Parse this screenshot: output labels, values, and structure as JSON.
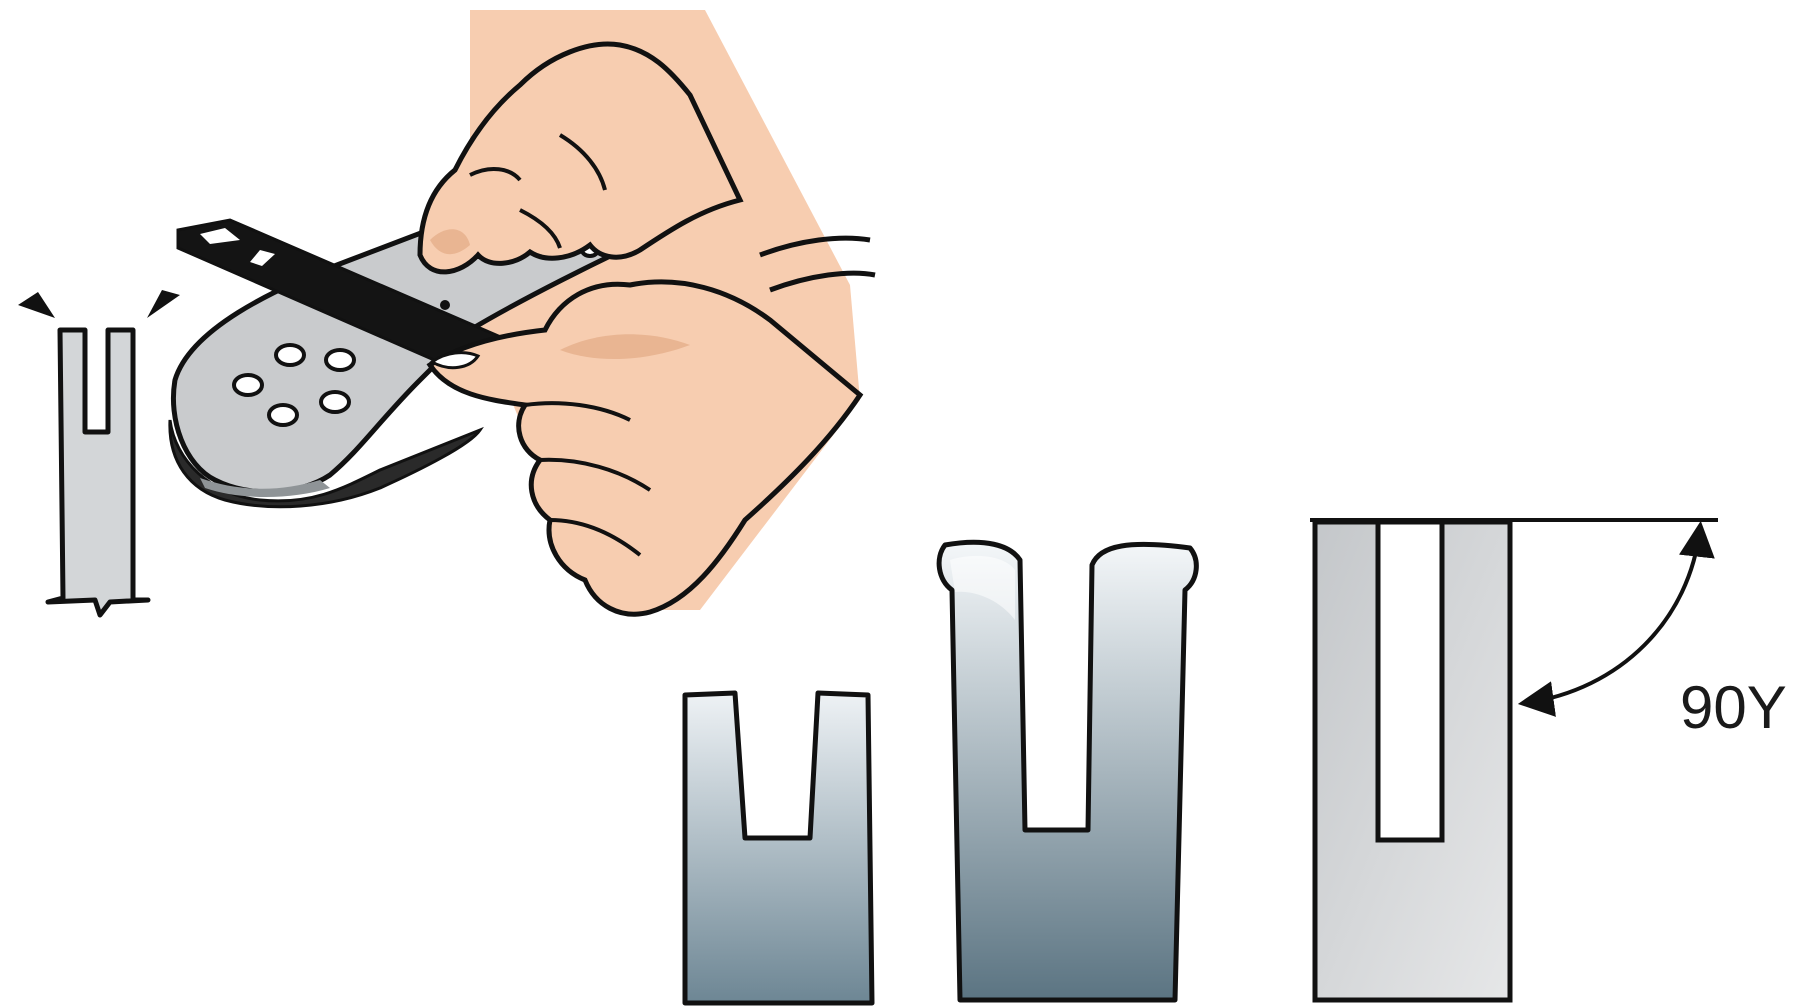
{
  "diagram": {
    "panels": [
      {
        "id": "filing-illustration",
        "icon": "hand-flat-file-on-guide-bar"
      },
      {
        "id": "worn-rail-profile",
        "icon": "spread-rail-profile"
      },
      {
        "id": "rail-worn-uneven",
        "icon": "narrow-rail-profile"
      },
      {
        "id": "rail-burred",
        "icon": "mushroomed-rail-profile"
      },
      {
        "id": "rail-square",
        "icon": "square-rail-profile"
      }
    ],
    "angle_label": "90Υ",
    "colors": {
      "outline": "#111111",
      "skin": "#f7cdb0",
      "skin_shadow": "#e9b592",
      "bar_gray": "#c9cbcd",
      "file_black": "#141414",
      "profile_top": "#f2f5f7",
      "profile_bottom": "#5e7785",
      "square_fill": "#d6d8da"
    }
  }
}
